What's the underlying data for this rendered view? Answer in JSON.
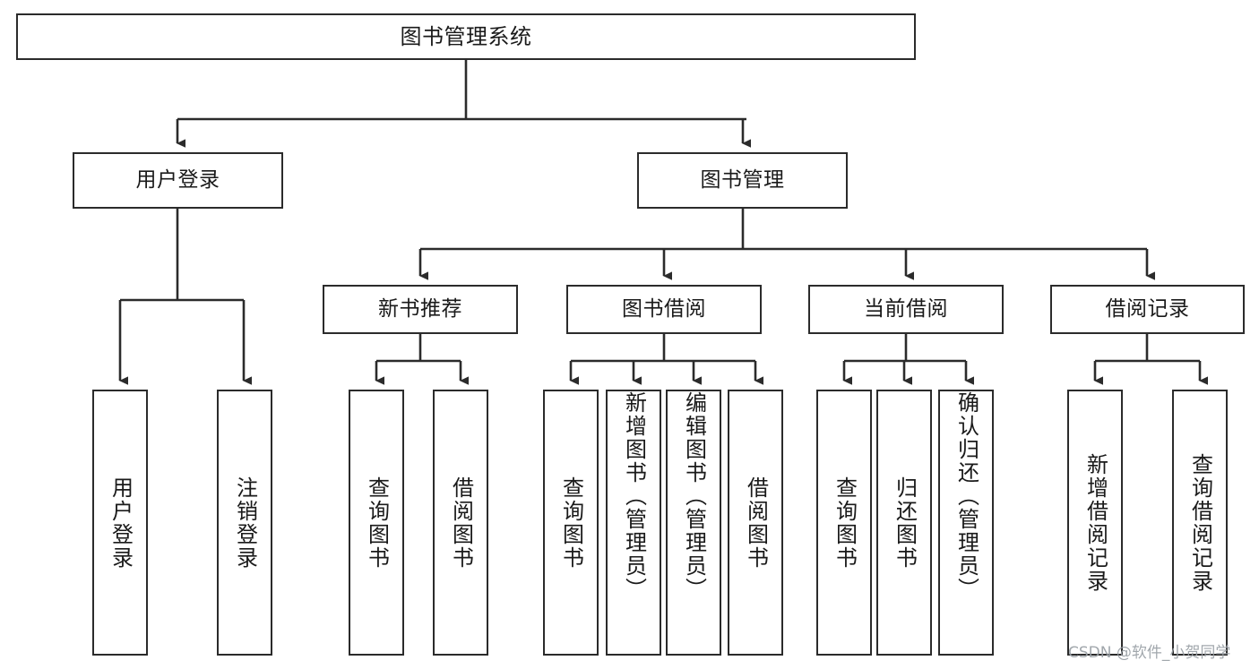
{
  "diagram": {
    "title_box": {
      "label": "图书管理系统"
    },
    "level2": [
      {
        "id": "user-login",
        "label": "用户登录"
      },
      {
        "id": "book-management",
        "label": "图书管理"
      }
    ],
    "level3": [
      {
        "id": "new-book-recommend",
        "label": "新书推荐"
      },
      {
        "id": "book-borrow",
        "label": "图书借阅"
      },
      {
        "id": "current-borrow",
        "label": "当前借阅"
      },
      {
        "id": "borrow-record",
        "label": "借阅记录"
      }
    ],
    "leaves": [
      {
        "id": "leaf-user-login",
        "label": "用户登录",
        "parent": "user-login",
        "valign": "center"
      },
      {
        "id": "leaf-logout",
        "label": "注销登录",
        "parent": "user-login",
        "valign": "center"
      },
      {
        "id": "leaf-query-book-1",
        "label": "查询图书",
        "parent": "new-book-recommend",
        "valign": "center"
      },
      {
        "id": "leaf-borrow-book-1",
        "label": "借阅图书",
        "parent": "new-book-recommend",
        "valign": "center"
      },
      {
        "id": "leaf-query-book-2",
        "label": "查询图书",
        "parent": "book-borrow",
        "valign": "center"
      },
      {
        "id": "leaf-add-book",
        "label": "新增图书（管理员）",
        "parent": "book-borrow",
        "valign": "top"
      },
      {
        "id": "leaf-edit-book",
        "label": "编辑图书（管理员）",
        "parent": "book-borrow",
        "valign": "top"
      },
      {
        "id": "leaf-borrow-book-2",
        "label": "借阅图书",
        "parent": "book-borrow",
        "valign": "center"
      },
      {
        "id": "leaf-query-book-3",
        "label": "查询图书",
        "parent": "current-borrow",
        "valign": "center"
      },
      {
        "id": "leaf-return-book",
        "label": "归还图书",
        "parent": "current-borrow",
        "valign": "center"
      },
      {
        "id": "leaf-confirm-return",
        "label": "确认归还（管理员）",
        "parent": "current-borrow",
        "valign": "top"
      },
      {
        "id": "leaf-add-record",
        "label": "新增借阅记录",
        "parent": "borrow-record",
        "valign": "center"
      },
      {
        "id": "leaf-query-record",
        "label": "查询借阅记录",
        "parent": "borrow-record",
        "valign": "center"
      }
    ]
  },
  "watermark": {
    "text": "CSDN @软件_小贺同学"
  },
  "colors": {
    "stroke": "#2b2b2b",
    "background": "#ffffff",
    "text": "#1a1a1a",
    "watermark": "#9aa0a6"
  }
}
